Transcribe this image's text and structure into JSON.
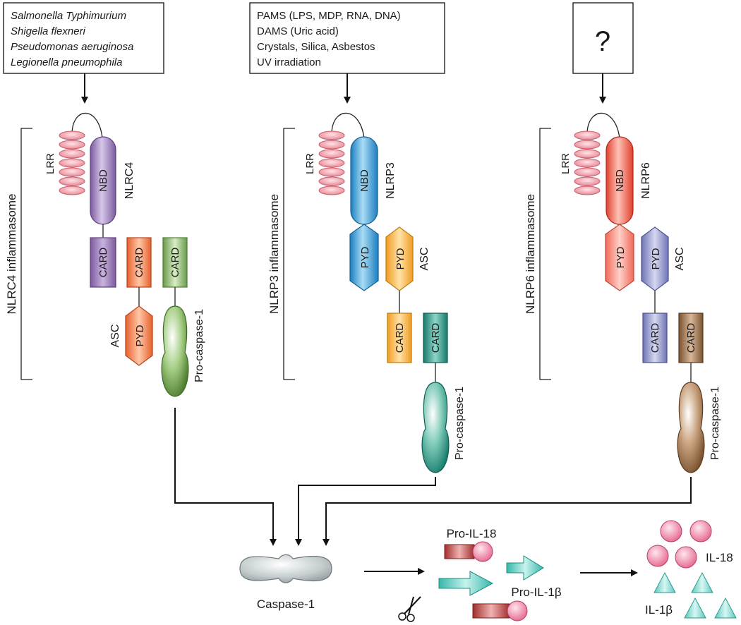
{
  "stimuli": {
    "nlrc4": [
      "Salmonella Typhimurium",
      "Shigella flexneri",
      "Pseudomonas aeruginosa",
      "Legionella pneumophila"
    ],
    "nlrp3": [
      "PAMS (LPS, MDP, RNA, DNA)",
      "DAMS (Uric acid)",
      "Crystals, Silica, Asbestos",
      "UV irradiation"
    ],
    "nlrp6": "?"
  },
  "complexes": {
    "nlrc4": {
      "title": "NLRC4 inflammasome",
      "lrr": "LRR",
      "nbd": "NBD",
      "sensor": "NLRC4",
      "card_sensor": "CARD",
      "card_asc": "CARD",
      "pyd_asc": "PYD",
      "asc": "ASC",
      "card_casp": "CARD",
      "procasp": "Pro-caspase-1"
    },
    "nlrp3": {
      "title": "NLRP3 inflammasome",
      "lrr": "LRR",
      "nbd": "NBD",
      "sensor": "NLRP3",
      "pyd_sensor": "PYD",
      "pyd_asc": "PYD",
      "asc": "ASC",
      "card_asc": "CARD",
      "card_casp": "CARD",
      "procasp": "Pro-caspase-1"
    },
    "nlrp6": {
      "title": "NLRP6 inflammasome",
      "lrr": "LRR",
      "nbd": "NBD",
      "sensor": "NLRP6",
      "pyd_sensor": "PYD",
      "pyd_asc": "PYD",
      "asc": "ASC",
      "card_asc": "CARD",
      "card_casp": "CARD",
      "procasp": "Pro-caspase-1"
    }
  },
  "outputs": {
    "caspase": "Caspase-1",
    "pro_il18": "Pro-IL-18",
    "pro_il1b": "Pro-IL-1β",
    "il18": "IL-18",
    "il1b": "IL-1β"
  },
  "colors": {
    "nlrc4_nbd": "#9b7bb8",
    "nlrc4_card": "#8e6aab",
    "nlrc4_asc": "#f07a4a",
    "nlrc4_casp": "#7fb05d",
    "nlrp3_nbd": "#2f9ad6",
    "nlrp3_asc": "#f2b33d",
    "nlrp3_casp": "#2a9a86",
    "nlrp6_nbd": "#f05a48",
    "nlrp6_pyd": "#f48a7a",
    "nlrp6_asc": "#8a8fc4",
    "nlrp6_casp": "#a0734a",
    "lrr": "#f0a0ab",
    "caspase": "#c3cbcc",
    "il18": "#f08aa8",
    "il1b": "#5dd1c6",
    "pro_il18_bar": "#b03a3a"
  }
}
